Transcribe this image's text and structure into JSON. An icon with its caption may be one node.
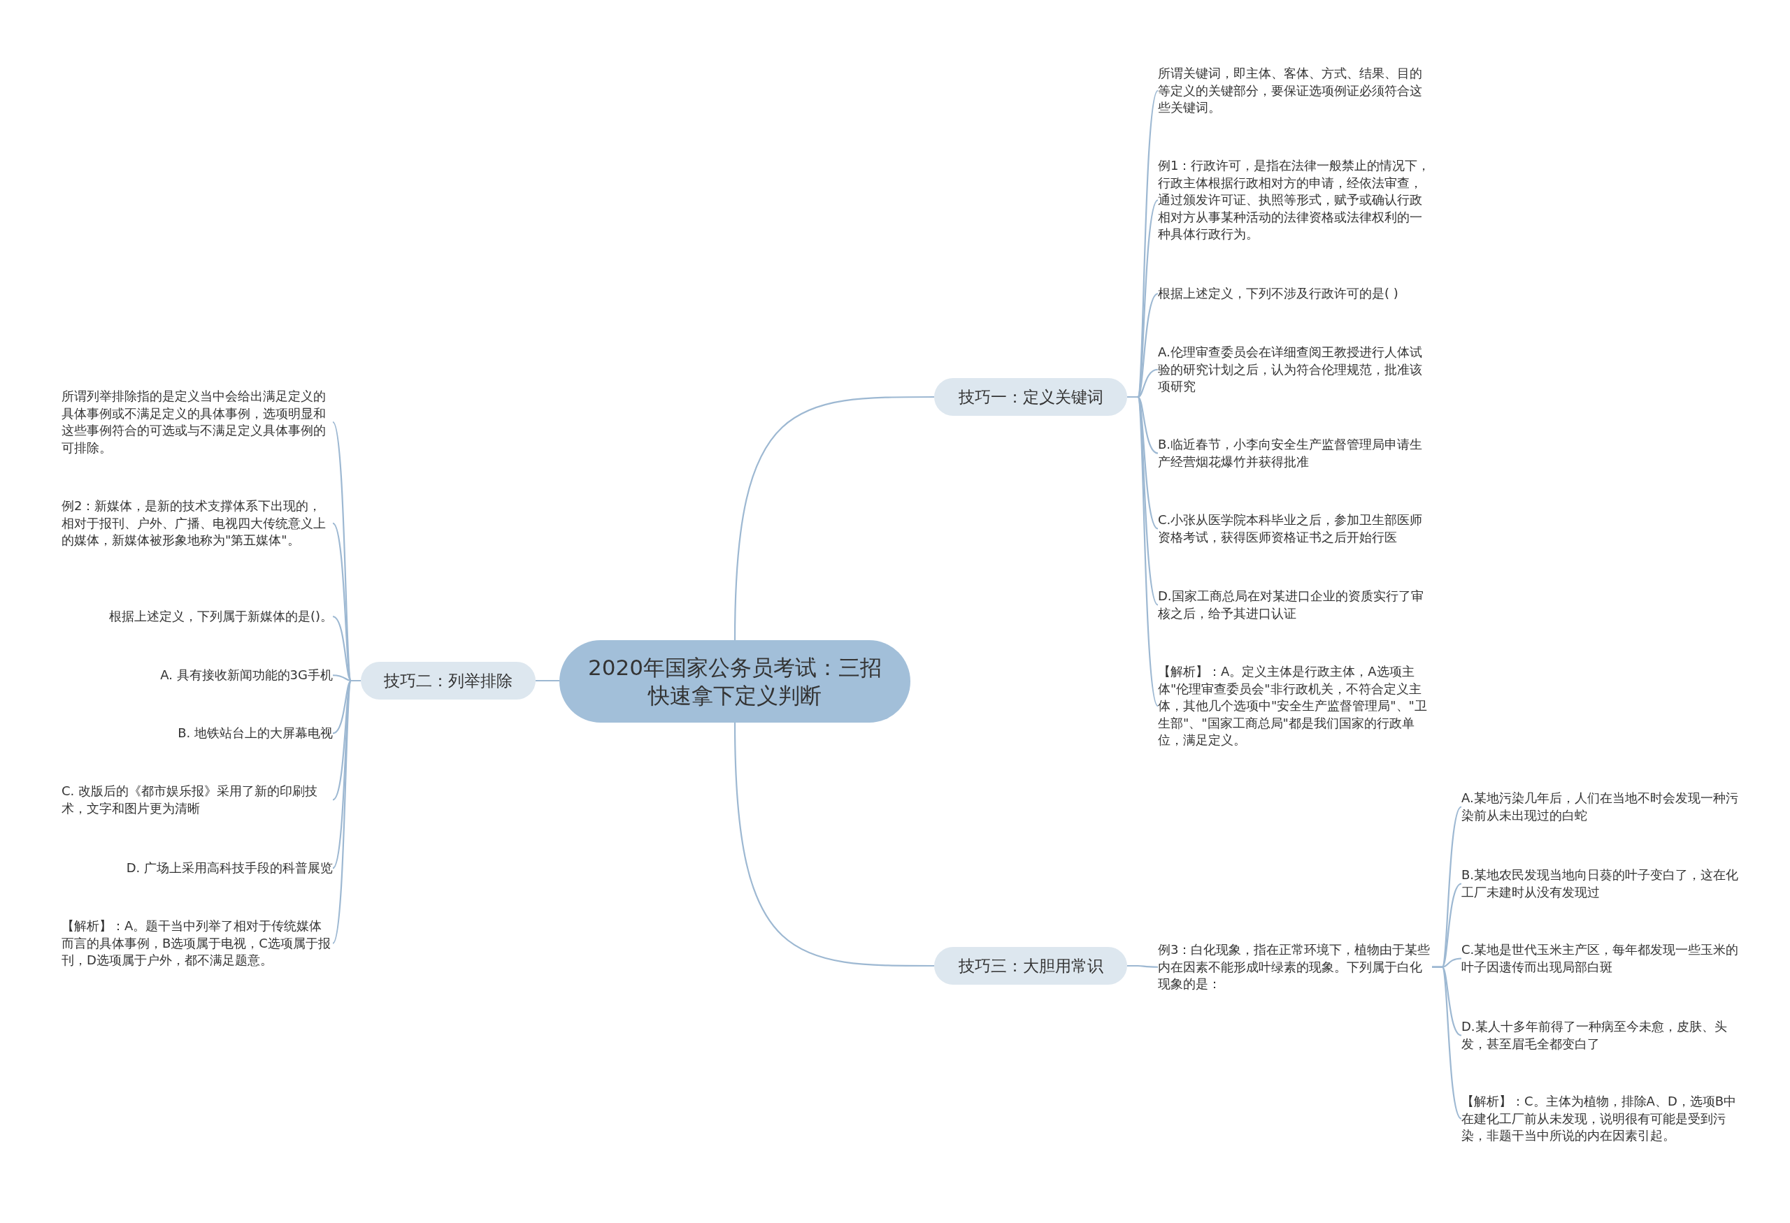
{
  "diagram": {
    "nodes": [
      {
        "text": [
          "2020年国家公务员考试：三招快速拿下定义判断"
        ]
      },
      {
        "text": [
          "技巧一：定义关键词"
        ]
      },
      {
        "text": [
          "所谓关键词，即主体、客体、方式、结果、目的等定义的关键部分，要保证选项例证必须符合这些关键词。"
        ]
      },
      {
        "text": [
          "例1：行政许可，是指在法律一般禁止的情况下，行政主体根据行政相对方的申请，经依法审查，通过颁发许可证、执照等形式，赋予或确认行政相对方从事某种活动的法律资格或法律权利的一种具体行政行为。"
        ]
      },
      {
        "text": [
          "根据上述定义，下列不涉及行政许可的是( )"
        ]
      },
      {
        "text": [
          "A.伦理审查委员会在详细查阅王教授进行人体试验的研究计划之后，认为符合伦理规范，批准该项研究"
        ]
      },
      {
        "text": [
          "B.临近春节，小李向安全生产监督管理局申请生产经营烟花爆竹并获得批准"
        ]
      },
      {
        "text": [
          "C.小张从医学院本科毕业之后，参加卫生部医师资格考试，获得医师资格证书之后开始行医"
        ]
      },
      {
        "text": [
          "D.国家工商总局在对某进口企业的资质实行了审核之后，给予其进口认证"
        ]
      },
      {
        "text": [
          "【解析】：A。定义主体是行政主体，A选项主体\"伦理审查委员会\"非行政机关，不符合定义主体，其他几个选项中\"安全生产监督管理局\"、\"卫生部\"、\"国家工商总局\"都是我们国家的行政单位，满足定义。"
        ]
      },
      {
        "text": [
          "技巧二：列举排除"
        ]
      },
      {
        "text": [
          "所谓列举排除指的是定义当中会给出满足定义的具体事例或不满足定义的具体事例，选项明显和这些事例符合的可选或与不满足定义具体事例的可排除。"
        ]
      },
      {
        "text": [
          "例2：新媒体，是新的技术支撑体系下出现的，相对于报刊、户外、广播、电视四大传统意义上的媒体，新媒体被形象地称为\"第五媒体\"。"
        ]
      },
      {
        "text": [
          "根据上述定义，下列属于新媒体的是()。"
        ]
      },
      {
        "text": [
          "A. 具有接收新闻功能的3G手机"
        ]
      },
      {
        "text": [
          "B. 地铁站台上的大屏幕电视"
        ]
      },
      {
        "text": [
          "C. 改版后的《都市娱乐报》采用了新的印刷技术，文字和图片更为清晰"
        ]
      },
      {
        "text": [
          "D. 广场上采用高科技手段的科普展览"
        ]
      },
      {
        "text": [
          "【解析】：A。题干当中列举了相对于传统媒体而言的具体事例，B选项属于电视，C选项属于报刊，D选项属于户外，都不满足题意。"
        ]
      },
      {
        "text": [
          "技巧三：大胆用常识"
        ]
      },
      {
        "text": [
          "例3：白化现象，指在正常环境下，植物由于某些内在因素不能形成叶绿素的现象。下列属于白化现象的是："
        ]
      },
      {
        "text": [
          "A.某地污染几年后，人们在当地不时会发现一种污染前从未出现过的白蛇"
        ]
      },
      {
        "text": [
          "B.某地农民发现当地向日葵的叶子变白了，这在化工厂未建时从没有发现过"
        ]
      },
      {
        "text": [
          "C.某地是世代玉米主产区，每年都发现一些玉米的叶子因遗传而出现局部白斑"
        ]
      },
      {
        "text": [
          "D.某人十多年前得了一种病至今未愈，皮肤、头发，甚至眉毛全都变白了"
        ]
      },
      {
        "text": [
          "【解析】：C。主体为植物，排除A、D，选项B中在建化工厂前从未发现，说明很有可能是受到污染，非题干当中所说的内在因素引起。"
        ]
      }
    ],
    "edges": [
      {
        "from": 0,
        "to": 1,
        "arrow": "none"
      },
      {
        "from": 1,
        "to": 2,
        "arrow": "none"
      },
      {
        "from": 1,
        "to": 3,
        "arrow": "none"
      },
      {
        "from": 1,
        "to": 4,
        "arrow": "none"
      },
      {
        "from": 1,
        "to": 5,
        "arrow": "none"
      },
      {
        "from": 1,
        "to": 6,
        "arrow": "none"
      },
      {
        "from": 1,
        "to": 7,
        "arrow": "none"
      },
      {
        "from": 1,
        "to": 8,
        "arrow": "none"
      },
      {
        "from": 1,
        "to": 9,
        "arrow": "none"
      },
      {
        "from": 0,
        "to": 10,
        "arrow": "none"
      },
      {
        "from": 10,
        "to": 11,
        "arrow": "none"
      },
      {
        "from": 10,
        "to": 12,
        "arrow": "none"
      },
      {
        "from": 10,
        "to": 13,
        "arrow": "none"
      },
      {
        "from": 10,
        "to": 14,
        "arrow": "none"
      },
      {
        "from": 10,
        "to": 15,
        "arrow": "none"
      },
      {
        "from": 10,
        "to": 16,
        "arrow": "none"
      },
      {
        "from": 10,
        "to": 17,
        "arrow": "none"
      },
      {
        "from": 10,
        "to": 18,
        "arrow": "none"
      },
      {
        "from": 0,
        "to": 19,
        "arrow": "none"
      },
      {
        "from": 19,
        "to": 20,
        "arrow": "none"
      },
      {
        "from": 20,
        "to": 21,
        "arrow": "none"
      },
      {
        "from": 20,
        "to": 22,
        "arrow": "none"
      },
      {
        "from": 20,
        "to": 23,
        "arrow": "none"
      },
      {
        "from": 20,
        "to": 24,
        "arrow": "none"
      },
      {
        "from": 20,
        "to": 25,
        "arrow": "none"
      }
    ]
  }
}
